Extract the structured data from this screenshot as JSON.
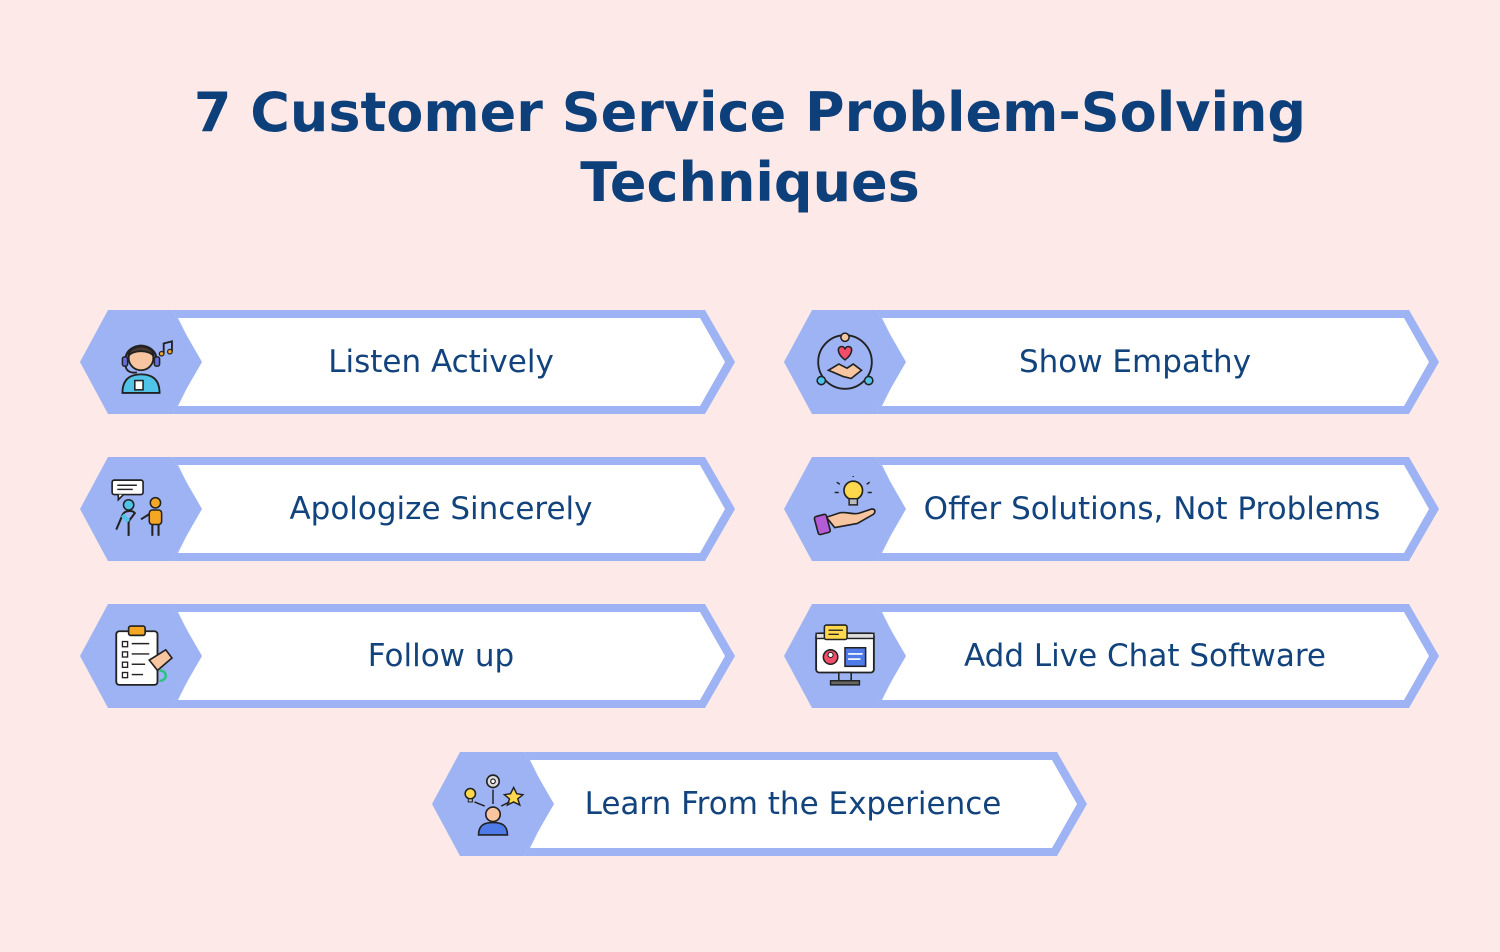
{
  "title": {
    "line1": "7 Customer Service Problem-Solving",
    "line2": "Techniques"
  },
  "colors": {
    "background": "#fdeae8",
    "accent": "#9db3f3",
    "title": "#0d3f7a",
    "label": "#12437d"
  },
  "techniques": [
    {
      "label": "Listen Actively",
      "icon": "headset-agent-icon"
    },
    {
      "label": "Show Empathy",
      "icon": "handshake-heart-icon"
    },
    {
      "label": "Apologize Sincerely",
      "icon": "conversation-people-icon"
    },
    {
      "label": "Offer Solutions, Not Problems",
      "icon": "lightbulb-hand-icon"
    },
    {
      "label": "Follow up",
      "icon": "checklist-clipboard-icon"
    },
    {
      "label": "Add Live Chat Software",
      "icon": "monitor-chat-icon"
    },
    {
      "label": "Learn From the Experience",
      "icon": "person-ideas-icon"
    }
  ]
}
